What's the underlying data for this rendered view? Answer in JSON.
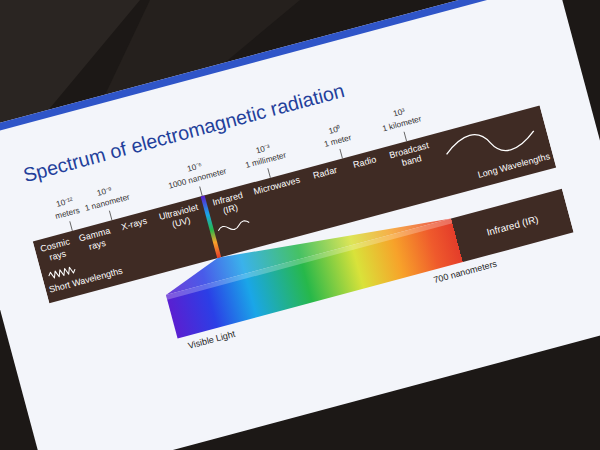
{
  "diagram": {
    "title": "Spectrum of electromagnetic radiation",
    "nodes": [
      {
        "text": [
          "Cosmic rays",
          "Gamma rays",
          "X-rays",
          "Ultraviolet (UV)",
          "Infrared (IR)",
          "Microwaves",
          "Radar",
          "Radio",
          "Broadcast band",
          "Short Wavelengths",
          "Long Wavelengths"
        ]
      },
      {
        "text": [
          "Infrared (IR)"
        ]
      }
    ],
    "labels": [
      "10⁻¹²",
      "meters",
      "10⁻⁹",
      "1 nanometer",
      "10⁻⁶",
      "1000 nanometer",
      "10⁻³",
      "1 millimeter",
      "10⁰",
      "1 meter",
      "10³",
      "1 kilometer",
      "Visible Light",
      "700 nanometers"
    ]
  }
}
